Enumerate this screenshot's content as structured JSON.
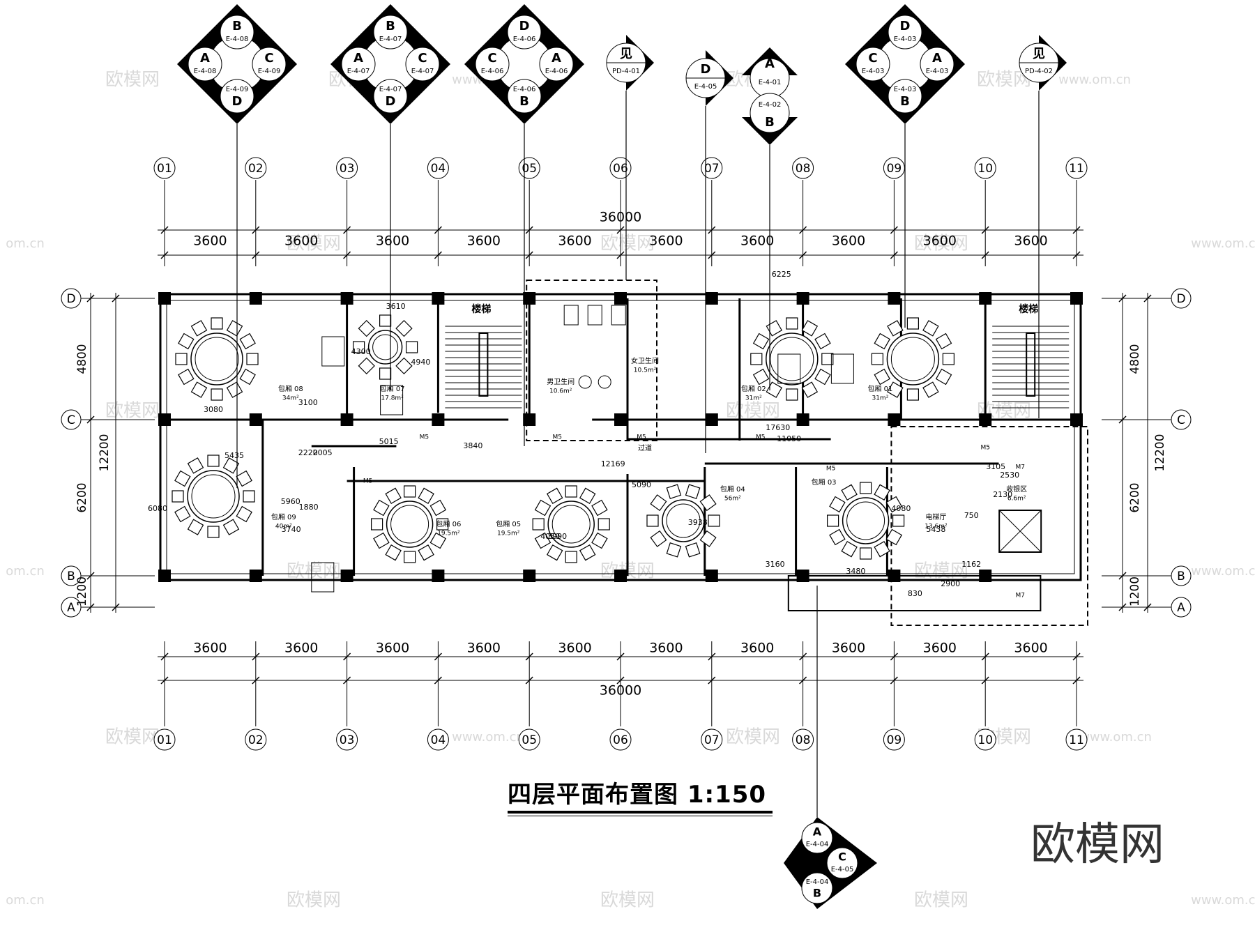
{
  "axes": {
    "columns": [
      "01",
      "02",
      "03",
      "04",
      "05",
      "06",
      "07",
      "08",
      "09",
      "10",
      "11"
    ],
    "rows": [
      "D",
      "C",
      "B",
      "A"
    ]
  },
  "dimensions": {
    "total": "36000",
    "bay": "3600",
    "rows_left": [
      "4800",
      "6200",
      "1200"
    ],
    "rows_right": [
      "4800",
      "6200",
      "1200"
    ],
    "row_total": "12200",
    "interior": [
      "6225",
      "3610",
      "4300",
      "4940",
      "3080",
      "3100",
      "5435",
      "2220",
      "2005",
      "5015",
      "3840",
      "12169",
      "11050",
      "17630",
      "5090",
      "1880",
      "3740",
      "5960",
      "6080",
      "4050",
      "3990",
      "3938",
      "4080",
      "5438",
      "3105",
      "2530",
      "2130",
      "750",
      "1162",
      "830",
      "2900",
      "3160",
      "3480"
    ]
  },
  "rooms": {
    "stair": "楼梯",
    "r08": "包厢 08",
    "r07": "包厢 07",
    "r02": "包厢 02",
    "r01": "包厢 01",
    "men_wc": "男卫生间",
    "women_wc": "女卫生间",
    "r09": "包厢 09",
    "r06": "包厢 06",
    "r05": "包厢 05",
    "r04": "包厢 04",
    "r03": "包厢 03",
    "elevator_hall": "电梯厅",
    "cashier": "收银区",
    "corridor": "过道",
    "door": "M5",
    "door7": "M7"
  },
  "areas": [
    "34m²",
    "17.8m²",
    "10.6m²",
    "10.5m²",
    "31m²",
    "31m²",
    "40m²",
    "19.5m²",
    "19.5m²",
    "56m²",
    "13.6m²",
    "6.6m²"
  ],
  "index_tags": {
    "t1": {
      "top": "B",
      "left": "A",
      "right": "C",
      "bottom": "D",
      "ref_top": "E-4-08",
      "ref_left": "E-4-08",
      "ref_right": "E-4-09",
      "ref_bottom": "E-4-09"
    },
    "t2": {
      "top": "B",
      "left": "A",
      "right": "C",
      "bottom": "D",
      "ref_top": "E-4-07",
      "ref_left": "E-4-07",
      "ref_right": "E-4-07",
      "ref_bottom": "E-4-07"
    },
    "t3": {
      "top": "D",
      "left": "C",
      "right": "A",
      "bottom": "B",
      "ref_top": "E-4-06",
      "ref_left": "E-4-06",
      "ref_right": "E-4-06",
      "ref_bottom": "E-4-06"
    },
    "t4": {
      "label": "见",
      "ref": "PD-4-01"
    },
    "t5": {
      "label": "D",
      "ref": "E-4-05"
    },
    "t6": {
      "top": "A",
      "bottom": "B",
      "ref_top": "E-4-01",
      "ref_bottom": "E-4-02"
    },
    "t7": {
      "top": "D",
      "left": "C",
      "right": "A",
      "bottom": "B",
      "ref_top": "E-4-03",
      "ref_left": "E-4-03",
      "ref_right": "E-4-03",
      "ref_bottom": "E-4-03"
    },
    "t8": {
      "label": "见",
      "ref": "PD-4-02"
    },
    "t9": {
      "top": "A",
      "right": "C",
      "bottom": "B",
      "ref_top": "E-4-04",
      "ref_right": "E-4-05",
      "ref_bottom": "E-4-04"
    }
  },
  "title": "四层平面布置图  1:150",
  "brand": "欧模网",
  "watermark": {
    "text": "欧模网",
    "url": "www.om.cn",
    "url_short": "om.cn"
  }
}
